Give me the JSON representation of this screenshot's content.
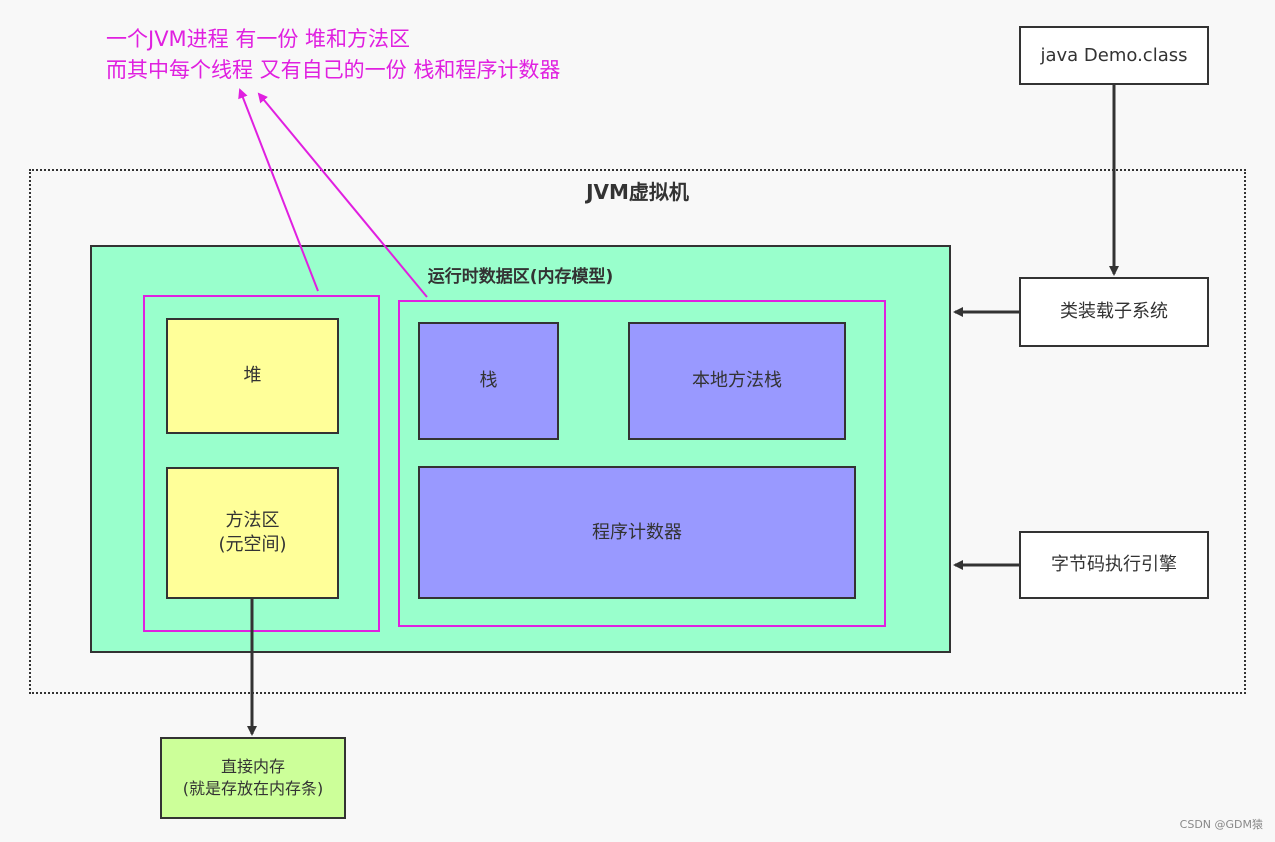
{
  "annotation": {
    "line1": "一个JVM进程 有一份 堆和方法区",
    "line2": "而其中每个线程 又有自己的一份 栈和程序计数器",
    "color": "#e020e0"
  },
  "jvm": {
    "title": "JVM虚拟机"
  },
  "runtime_area": {
    "title": "运行时数据区(内存模型)",
    "color": "#99ffcc"
  },
  "shared_blocks": {
    "heap": "堆",
    "method_area_line1": "方法区",
    "method_area_line2": "(元空间)",
    "color": "#ffff99"
  },
  "thread_blocks": {
    "stack": "栈",
    "native_stack": "本地方法栈",
    "program_counter": "程序计数器",
    "color": "#9999ff"
  },
  "external": {
    "java_file": "java Demo.class",
    "class_loader": "类装载子系统",
    "execution_engine": "字节码执行引擎"
  },
  "direct_memory": {
    "line1": "直接内存",
    "line2": "(就是存放在内存条)",
    "color": "#ccff99"
  },
  "watermark": "CSDN @GDM猿"
}
